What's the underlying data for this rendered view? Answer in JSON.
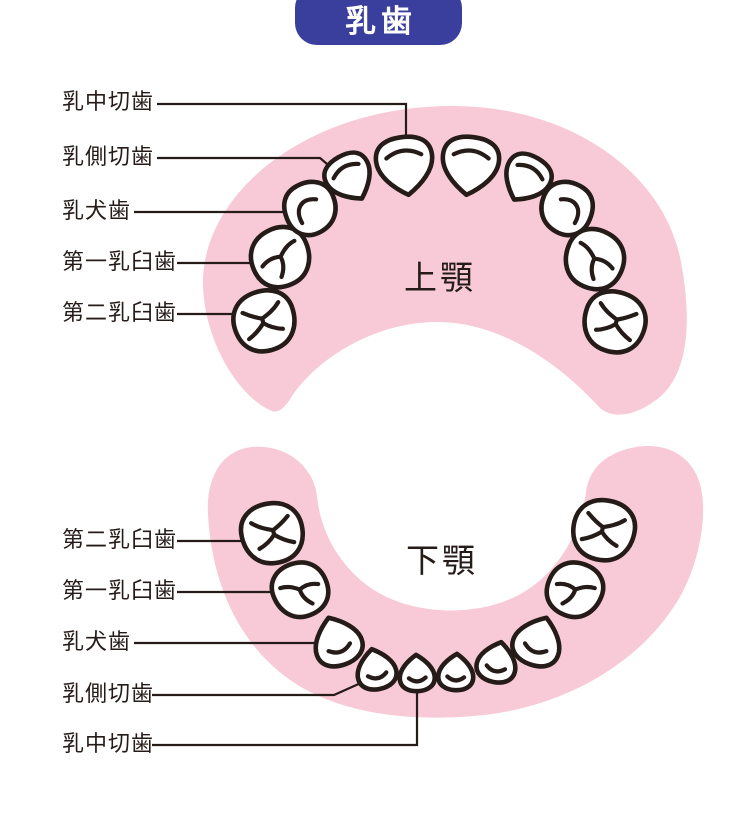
{
  "title_badge": {
    "label": "乳歯"
  },
  "upper_jaw": {
    "name": "上顎",
    "tooth_labels": [
      "乳中切歯",
      "乳側切歯",
      "乳犬歯",
      "第一乳臼歯",
      "第二乳臼歯"
    ]
  },
  "lower_jaw": {
    "name": "下顎",
    "tooth_labels": [
      "第二乳臼歯",
      "第一乳臼歯",
      "乳犬歯",
      "乳側切歯",
      "乳中切歯"
    ]
  },
  "colors": {
    "badge_blue": "#3a3e9c",
    "arch_pink": "#f8cad8",
    "ink": "#251b18",
    "tooth_white": "#ffffff"
  }
}
